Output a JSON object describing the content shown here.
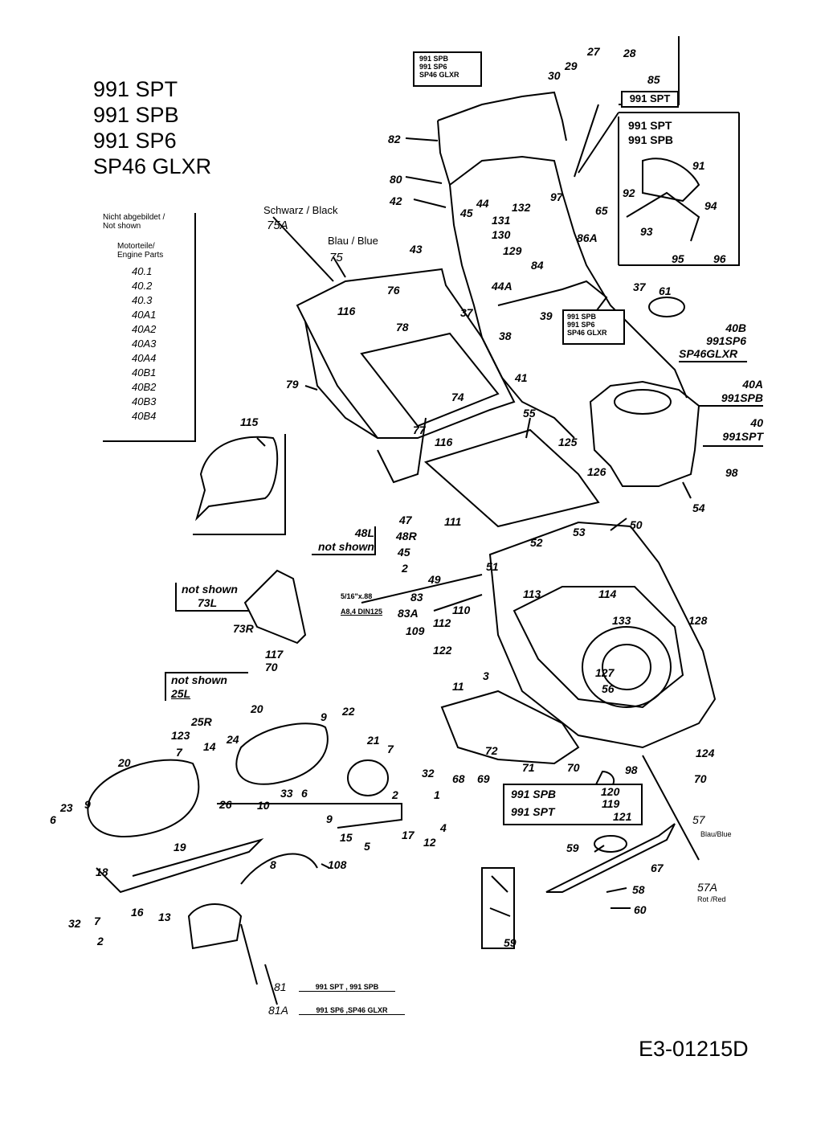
{
  "models": [
    "991 SPT",
    "991 SPB",
    "991 SP6",
    "SP46 GLXR"
  ],
  "not_shown_box": {
    "line1": "Nicht abgebildet /",
    "line2": "Not shown",
    "engine_title1": "Motorteile/",
    "engine_title2": "Engine Parts",
    "codes": [
      "40.1",
      "40.2",
      "40.3",
      "40A1",
      "40A2",
      "40A3",
      "40A4",
      "40B1",
      "40B2",
      "40B3",
      "40B4"
    ]
  },
  "variant_boxes": {
    "top_handle": [
      "991 SPB",
      "991 SP6",
      "SP46 GLXR"
    ],
    "top_right": "991 SPT",
    "right_callout": [
      "991 SPT",
      "991 SPB"
    ],
    "mid_handle": [
      "991 SPB",
      "991 SP6",
      "SP46 GLXR"
    ],
    "blade_box": [
      "991 SPB",
      "991 SPT"
    ]
  },
  "engine_variants": {
    "v40B": [
      "40B",
      "991SP6",
      "SP46GLXR"
    ],
    "v40A": [
      "40A",
      "991SPB"
    ],
    "v40": [
      "40",
      "991SPT"
    ]
  },
  "bag_labels": {
    "black": "Schwarz / Black",
    "black_num": "75A",
    "blue": "Blau / Blue",
    "blue_num": "75"
  },
  "not_shown_notes": {
    "n48L": [
      "48L",
      "not shown"
    ],
    "n73L": [
      "not shown",
      "73L"
    ],
    "n25L": [
      "not shown",
      "25L"
    ]
  },
  "hardware": {
    "bolt": "5/16\"x.88",
    "washer": "A8,4 DIN125"
  },
  "blade_labels": {
    "n57": "57",
    "n57_color": "Blau/Blue",
    "n57A": "57A",
    "n57A_color": "Rot /Red"
  },
  "cable_labels": {
    "n81": "81",
    "n81_models": "991 SPT , 991 SPB",
    "n81A": "81A",
    "n81A_models": "991 SP6 ,SP46 GLXR"
  },
  "part_numbers": {
    "p27": "27",
    "p28": "28",
    "p29": "29",
    "p30": "30",
    "p85": "85",
    "p82": "82",
    "p80": "80",
    "p42": "42",
    "p43": "43",
    "p44": "44",
    "p45": "45",
    "p44A": "44A",
    "p131": "131",
    "p130": "130",
    "p132": "132",
    "p97": "97",
    "p129": "129",
    "p65": "65",
    "p86A": "86A",
    "p84": "84",
    "p91": "91",
    "p92": "92",
    "p93": "93",
    "p94": "94",
    "p95": "95",
    "p96": "96",
    "p37a": "37",
    "p37b": "37",
    "p61": "61",
    "p39": "39",
    "p38": "38",
    "p41": "41",
    "p116a": "116",
    "p76": "76",
    "p78": "78",
    "p79": "79",
    "p74": "74",
    "p77": "77",
    "p116b": "116",
    "p115": "115",
    "p55": "55",
    "p125": "125",
    "p126": "126",
    "p98": "98",
    "p54": "54",
    "p47": "47",
    "p111": "111",
    "p48R": "48R",
    "p45b": "45",
    "p2a": "2",
    "p49": "49",
    "p51": "51",
    "p52": "52",
    "p53": "53",
    "p50": "50",
    "p83": "83",
    "p83A": "83A",
    "p73R": "73R",
    "p117": "117",
    "p70a": "70",
    "p113": "113",
    "p114": "114",
    "p110": "110",
    "p112": "112",
    "p109": "109",
    "p133": "133",
    "p128": "128",
    "p122": "122",
    "p11": "11",
    "p3": "3",
    "p127": "127",
    "p56": "56",
    "p72": "72",
    "p71": "71",
    "p70b": "70",
    "p98b": "98",
    "p124": "124",
    "p70c": "70",
    "p68": "68",
    "p69": "69",
    "p120": "120",
    "p119": "119",
    "p121": "121",
    "p59a": "59",
    "p67": "67",
    "p58": "58",
    "p60": "60",
    "p59b": "59",
    "p20a": "20",
    "p20b": "20",
    "p25R": "25R",
    "p123": "123",
    "p7a": "7",
    "p14": "14",
    "p24": "24",
    "p9a": "9",
    "p22": "22",
    "p21": "21",
    "p7b": "7",
    "p32a": "32",
    "p23": "23",
    "p9b": "9",
    "p6": "6",
    "p26": "26",
    "p10": "10",
    "p33": "33",
    "p6b": "6",
    "p9c": "9",
    "p1": "1",
    "p2b": "2",
    "p17": "17",
    "p12": "12",
    "p4": "4",
    "p15": "15",
    "p5": "5",
    "p19": "19",
    "p8": "8",
    "p108": "108",
    "p16": "16",
    "p18": "18",
    "p32b": "32",
    "p7c": "7",
    "p2c": "2",
    "p13": "13"
  },
  "doc_id": "E3-01215D"
}
